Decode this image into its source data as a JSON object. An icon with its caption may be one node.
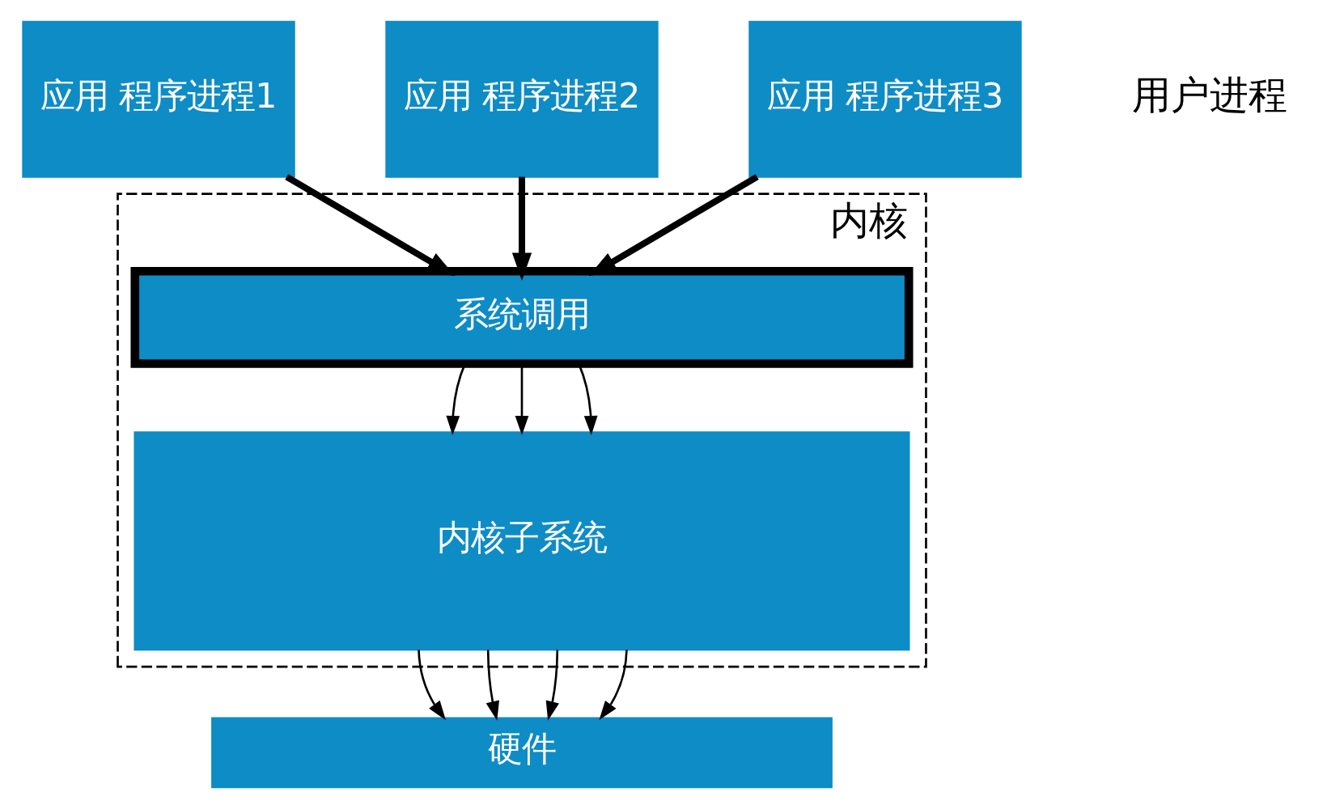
{
  "diagram": {
    "nodes": [
      {
        "text": [
          "应用 程序进程1"
        ]
      },
      {
        "text": [
          "应用 程序进程2"
        ]
      },
      {
        "text": [
          "应用 程序进程3"
        ]
      },
      {
        "text": [
          "内核"
        ]
      },
      {
        "text": [
          "系统调用"
        ],
        "in": 3
      },
      {
        "text": [
          "内核子系统"
        ],
        "in": 3
      },
      {
        "text": [
          "硬件"
        ]
      }
    ],
    "edges": [
      {
        "from": 0,
        "to": 4,
        "arrow": "to",
        "style": "thick"
      },
      {
        "from": 1,
        "to": 4,
        "arrow": "to",
        "style": "thick"
      },
      {
        "from": 2,
        "to": 4,
        "arrow": "to",
        "style": "thick"
      },
      {
        "from": 4,
        "to": 5,
        "arrow": "to"
      },
      {
        "from": 4,
        "to": 5,
        "arrow": "to"
      },
      {
        "from": 4,
        "to": 5,
        "arrow": "to"
      },
      {
        "from": 5,
        "to": 6,
        "arrow": "to"
      },
      {
        "from": 5,
        "to": 6,
        "arrow": "to"
      },
      {
        "from": 5,
        "to": 6,
        "arrow": "to"
      },
      {
        "from": 5,
        "to": 6,
        "arrow": "to"
      }
    ],
    "labels": [
      "用户进程"
    ]
  }
}
